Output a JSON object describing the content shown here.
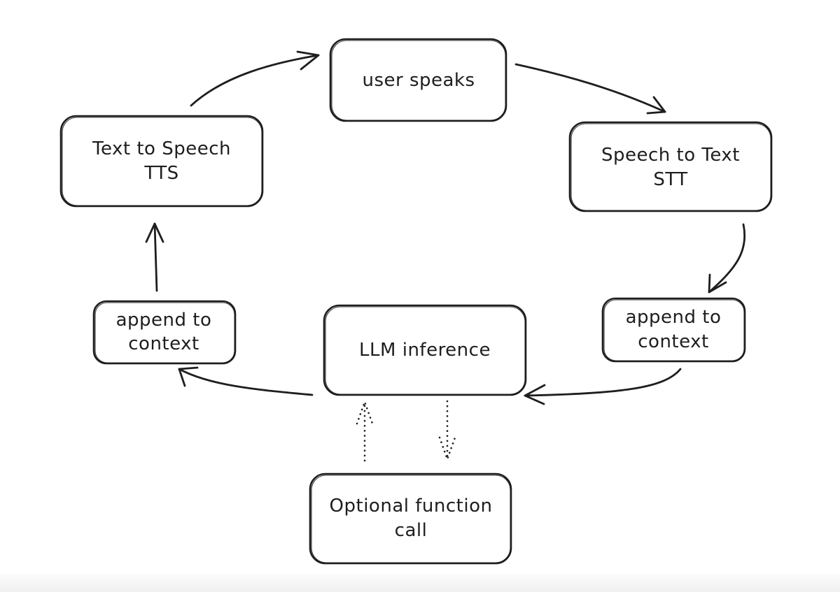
{
  "diagram": {
    "nodes": {
      "user_speaks": {
        "lines": [
          "user speaks"
        ]
      },
      "stt": {
        "lines": [
          "Speech to Text",
          "STT"
        ]
      },
      "append_right": {
        "lines": [
          "append to",
          "context"
        ]
      },
      "llm": {
        "lines": [
          "LLM inference"
        ]
      },
      "append_left": {
        "lines": [
          "append to",
          "context"
        ]
      },
      "tts": {
        "lines": [
          "Text to Speech",
          "TTS"
        ]
      },
      "function_call": {
        "lines": [
          "Optional function",
          "call"
        ]
      }
    },
    "edges": [
      {
        "from": "user_speaks",
        "to": "stt",
        "style": "solid"
      },
      {
        "from": "stt",
        "to": "append_right",
        "style": "solid"
      },
      {
        "from": "append_right",
        "to": "llm",
        "style": "solid"
      },
      {
        "from": "llm",
        "to": "append_left",
        "style": "solid"
      },
      {
        "from": "append_left",
        "to": "tts",
        "style": "solid"
      },
      {
        "from": "tts",
        "to": "user_speaks",
        "style": "solid"
      },
      {
        "from": "function_call",
        "to": "llm",
        "style": "dotted"
      },
      {
        "from": "llm",
        "to": "function_call",
        "style": "dotted"
      }
    ],
    "colors": {
      "stroke": "#1e1e1e",
      "background": "#ffffff"
    }
  }
}
